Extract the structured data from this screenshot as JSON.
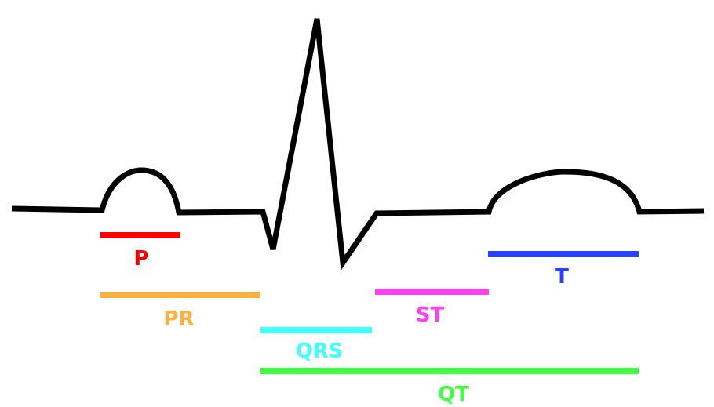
{
  "intervals": {
    "p": {
      "label": "P",
      "color": "#ff0000"
    },
    "pr": {
      "label": "PR",
      "color": "#ffae40"
    },
    "qrs": {
      "label": "QRS",
      "color": "#40ffff"
    },
    "st": {
      "label": "ST",
      "color": "#ff40f0"
    },
    "t": {
      "label": "T",
      "color": "#2840ff"
    },
    "qt": {
      "label": "QT",
      "color": "#40ff40"
    }
  },
  "waveform_color": "#000000"
}
